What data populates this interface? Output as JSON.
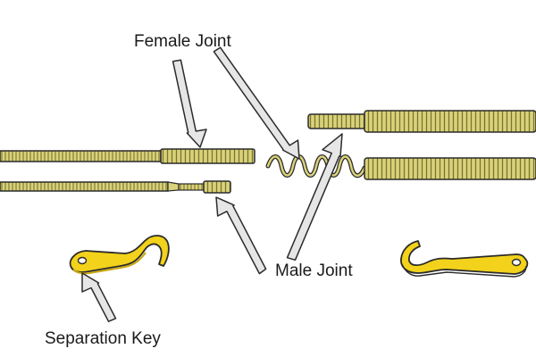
{
  "labels": {
    "female_joint": "Female Joint",
    "male_joint": "Male Joint",
    "separation_key": "Separation Key"
  },
  "colors": {
    "rod": "#d9d27a",
    "rod_dark": "#7a7430",
    "outline": "#2b2b2b",
    "key": "#f2d21a",
    "key_shadow": "#c9a810",
    "arrow_fill": "#e6e6e6",
    "arrow_stroke": "#2b2b2b"
  },
  "icons": [
    "rod-icon",
    "spring-coil-icon",
    "hook-key-icon",
    "arrow-icon"
  ]
}
